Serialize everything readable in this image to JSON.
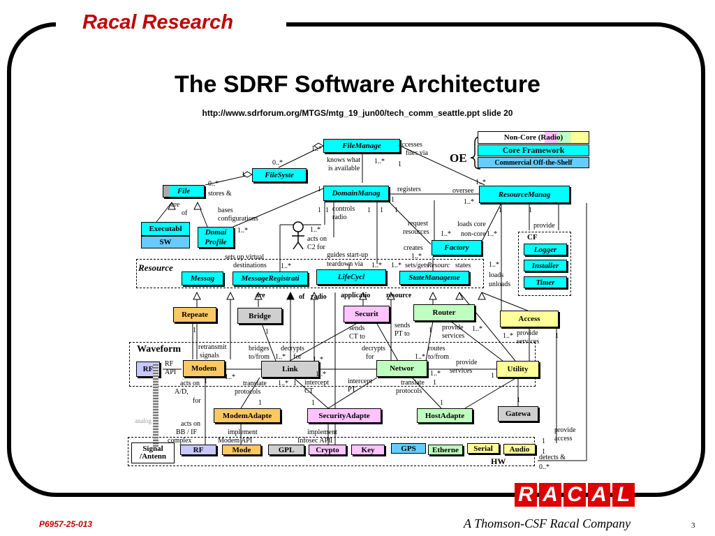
{
  "header": {
    "brand": "Racal Research",
    "title": "The SDRF Software Architecture",
    "url": "http://www.sdrforum.org/MTGS/mtg_19_jun00/tech_comm_seattle.ppt slide 20"
  },
  "legend": {
    "noncore": "Non-Core (Radio)",
    "core": "Core Framework",
    "cots": "Commercial Off-the-Shelf",
    "oe": "OE"
  },
  "groups": {
    "resource": "Resource",
    "waveform": "Waveform",
    "hw": "HW",
    "cf": "CF"
  },
  "boxes": {
    "filemanage": "FileManage",
    "filesyste": "FileSyste",
    "file": "File",
    "executabl": "Executabl",
    "sw": "SW",
    "domaiprofile1": "Domai",
    "domaiprofile2": "Profile",
    "domainmanag": "DomainManag",
    "resourcemanag": "ResourceManag",
    "factory": "Factory",
    "logger": "Logger",
    "installer": "Installer",
    "timer": "Timer",
    "messag": "Messag",
    "messagregistrati": "MessageRegistrati",
    "lifecycl": "LifeCycl",
    "statemanageme": "StateManageme",
    "repeate": "Repeate",
    "bridge": "Bridge",
    "securit": "Securit",
    "router": "Router",
    "access": "Access",
    "rf": "RF",
    "modem": "Modem",
    "link": "Link",
    "networ": "Networ",
    "utility": "Utility",
    "modemadapte": "ModemAdapte",
    "securityadapte": "SecurityAdapte",
    "hostadapte": "HostAdapte",
    "gatewa": "Gatewa",
    "hw_signal": "Signal",
    "hw_antenn": "/Antenn",
    "hw_rf": "RF",
    "hw_mode": "Mode",
    "hw_gpl": "GPL",
    "hw_crypto": "Crypto",
    "hw_key": "Key",
    "hw_gps": "GPS",
    "hw_etherne": "Etherne",
    "hw_serial": "Serial",
    "hw_audio": "Audio"
  },
  "labels": [
    "1..*",
    "accesses",
    "files via",
    "knows what",
    "is available",
    "1..*",
    "1",
    "0..*",
    "1",
    "0..*",
    "stores &",
    "are",
    "of",
    "bases",
    "configurations",
    "1..*",
    "registers",
    "1",
    "oversee",
    "1..*",
    "1..*",
    "1",
    "1",
    "controls",
    "radio",
    "1",
    "1",
    "1",
    "1",
    "1",
    "1",
    "provide",
    "request",
    "resources",
    "1..*",
    "loads core",
    "non-core",
    "1..*",
    "creates",
    "1..*",
    "acts on",
    "C2 for",
    "1..*",
    "sets up virtual",
    "destinations",
    "1..*",
    "guides start-up",
    "teardown via",
    "1..*",
    "1..*",
    "sets/gets",
    "Resourc",
    "states",
    "1..*",
    "loads",
    "unloads",
    "are",
    "of",
    "radio",
    "applicatio",
    "resource",
    "1",
    "1",
    "sends",
    "CT to",
    "sends",
    "PT to",
    "1",
    "provide",
    "services",
    "1..*",
    "1..*",
    "provide",
    "services",
    "1",
    "retransmit",
    "signals",
    "bridges",
    "to/from",
    "1..*",
    "decrypts",
    "for",
    "1..*",
    "decrypts",
    "for",
    "routes",
    "1..*",
    "to/from",
    "provide",
    "services",
    "RF",
    "API",
    "1..*",
    "1..*",
    "1..*",
    "1",
    "1",
    "acts on",
    "translate",
    "protocols",
    "1..*",
    "1",
    "intercept",
    "CT",
    "intercept",
    "PT",
    "translate",
    "protocols",
    "1",
    "A/D,",
    "for",
    "1",
    "1",
    "1",
    "1",
    "analog",
    "acts on",
    "BB / IF",
    "complex",
    "implement",
    "Modem API",
    "implement",
    "Infosec API",
    "1",
    "provide",
    "access",
    "1",
    "detects &",
    "0..*",
    "1"
  ],
  "footer": {
    "id": "P6957-25-013",
    "company": "A Thomson-CSF Racal Company",
    "page": "3",
    "logo": [
      "R",
      "A",
      "C",
      "A",
      "L"
    ]
  },
  "colors": {
    "brand_red": "#c00000",
    "core_cyan": "#00ffff",
    "cots_blue": "#66ccff",
    "noncore_yellow": "#ffff99"
  }
}
